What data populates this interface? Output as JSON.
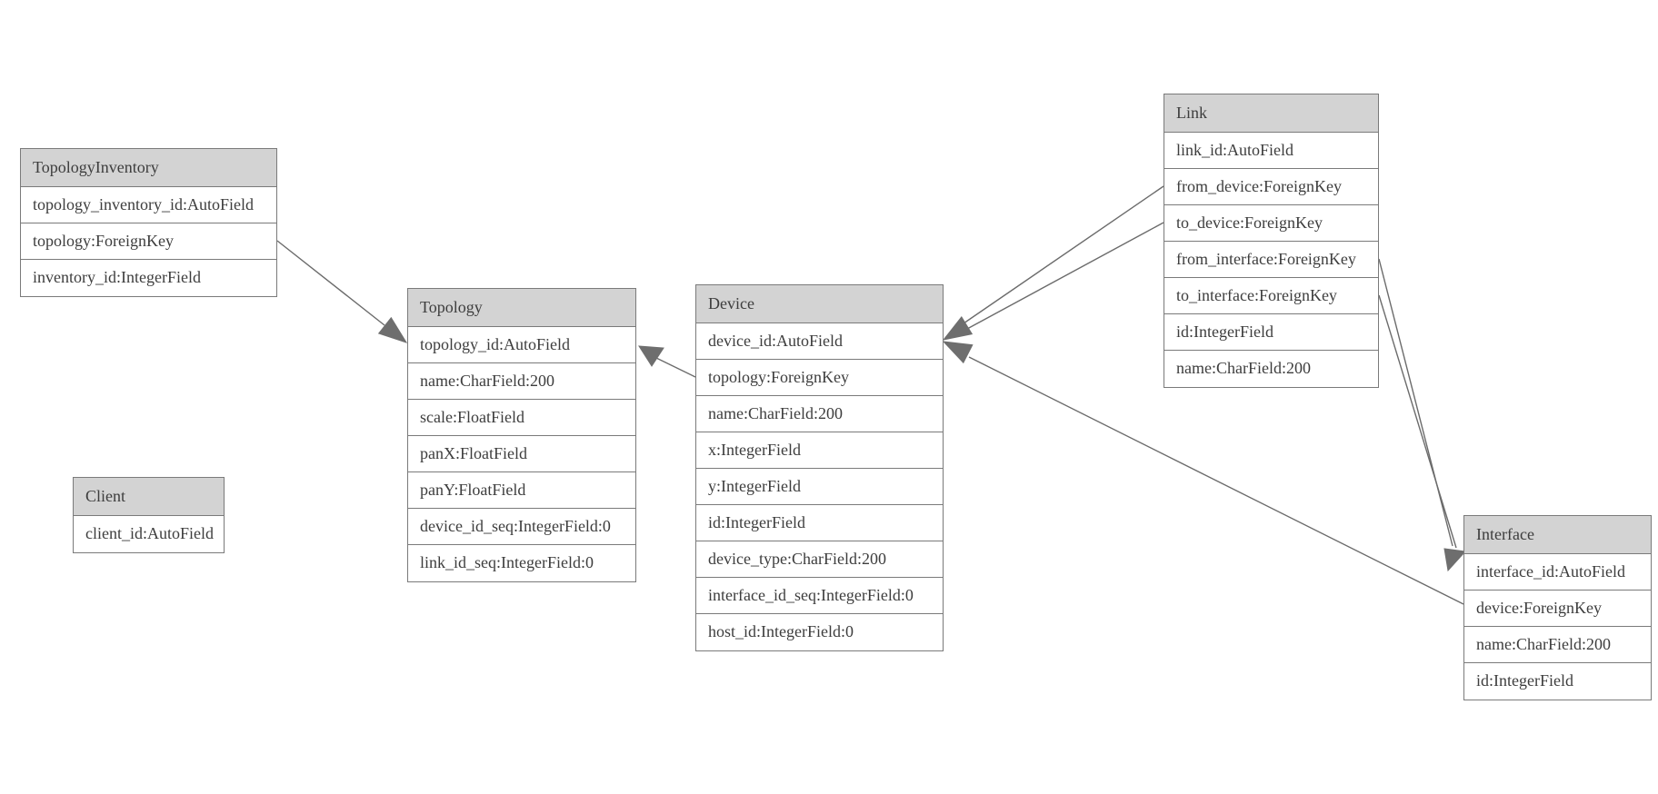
{
  "entities": {
    "topology_inventory": {
      "name": "TopologyInventory",
      "fields": [
        "topology_inventory_id:AutoField",
        "topology:ForeignKey",
        "inventory_id:IntegerField"
      ]
    },
    "topology": {
      "name": "Topology",
      "fields": [
        "topology_id:AutoField",
        "name:CharField:200",
        "scale:FloatField",
        "panX:FloatField",
        "panY:FloatField",
        "device_id_seq:IntegerField:0",
        "link_id_seq:IntegerField:0"
      ]
    },
    "client": {
      "name": "Client",
      "fields": [
        "client_id:AutoField"
      ]
    },
    "device": {
      "name": "Device",
      "fields": [
        "device_id:AutoField",
        "topology:ForeignKey",
        "name:CharField:200",
        "x:IntegerField",
        "y:IntegerField",
        "id:IntegerField",
        "device_type:CharField:200",
        "interface_id_seq:IntegerField:0",
        "host_id:IntegerField:0"
      ]
    },
    "link": {
      "name": "Link",
      "fields": [
        "link_id:AutoField",
        "from_device:ForeignKey",
        "to_device:ForeignKey",
        "from_interface:ForeignKey",
        "to_interface:ForeignKey",
        "id:IntegerField",
        "name:CharField:200"
      ]
    },
    "interface": {
      "name": "Interface",
      "fields": [
        "interface_id:AutoField",
        "device:ForeignKey",
        "name:CharField:200",
        "id:IntegerField"
      ]
    }
  },
  "relationships": [
    {
      "from_entity": "TopologyInventory",
      "from_field": "topology",
      "to_entity": "Topology"
    },
    {
      "from_entity": "Device",
      "from_field": "topology",
      "to_entity": "Topology"
    },
    {
      "from_entity": "Link",
      "from_field": "from_device",
      "to_entity": "Device"
    },
    {
      "from_entity": "Link",
      "from_field": "to_device",
      "to_entity": "Device"
    },
    {
      "from_entity": "Link",
      "from_field": "from_interface",
      "to_entity": "Interface"
    },
    {
      "from_entity": "Link",
      "from_field": "to_interface",
      "to_entity": "Interface"
    },
    {
      "from_entity": "Interface",
      "from_field": "device",
      "to_entity": "Device"
    }
  ],
  "colors": {
    "header_fill": "#d3d3d3",
    "box_border": "#7a7a7a",
    "text": "#3d3d3d",
    "edge": "#6b6b6b",
    "background": "#ffffff"
  }
}
